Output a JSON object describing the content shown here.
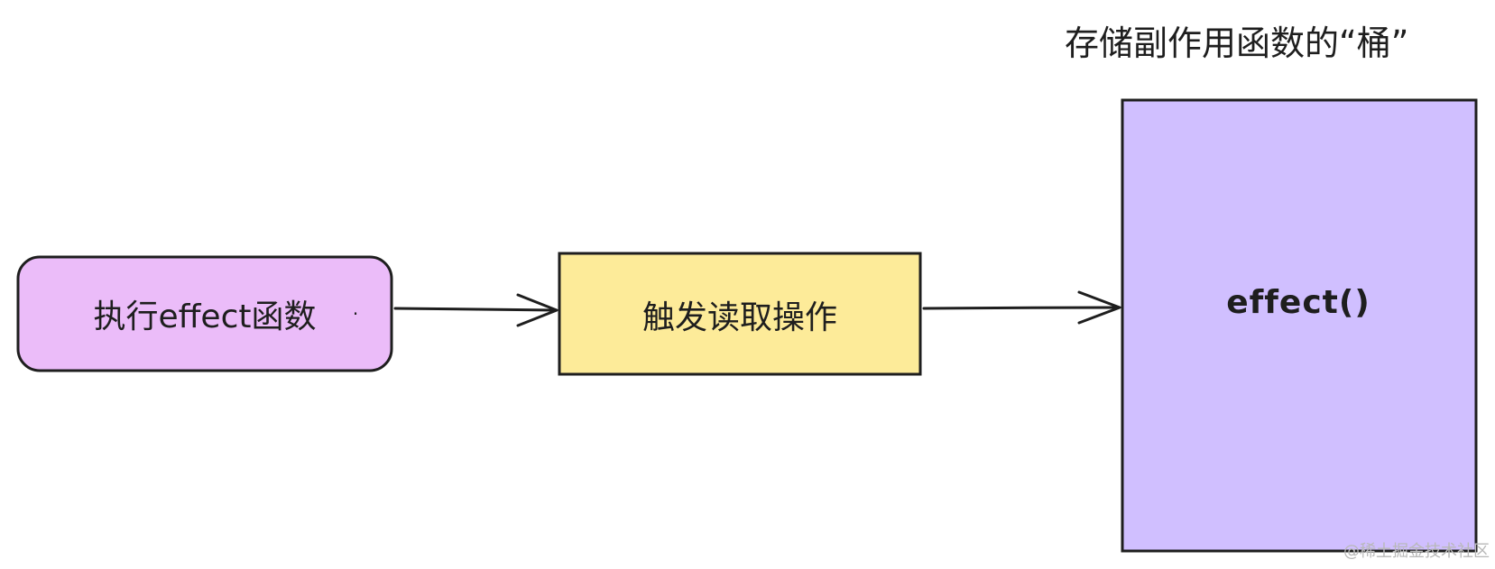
{
  "diagram": {
    "bucket_title": "存储副作用函数的“桶”",
    "nodes": {
      "exec_effect": {
        "label": "执行effect函数",
        "fill": "#ebbcf9"
      },
      "trigger_read": {
        "label": "触发读取操作",
        "fill": "#fdeb99"
      },
      "bucket": {
        "label": "effect()",
        "fill": "#d0bfff"
      }
    },
    "stray_mark": "·",
    "stroke_color": "#1e1e1e",
    "edges": [
      {
        "from": "exec_effect",
        "to": "trigger_read",
        "arrow": "open"
      },
      {
        "from": "trigger_read",
        "to": "bucket",
        "arrow": "open"
      }
    ]
  },
  "watermark": "@稀土掘金技术社区"
}
